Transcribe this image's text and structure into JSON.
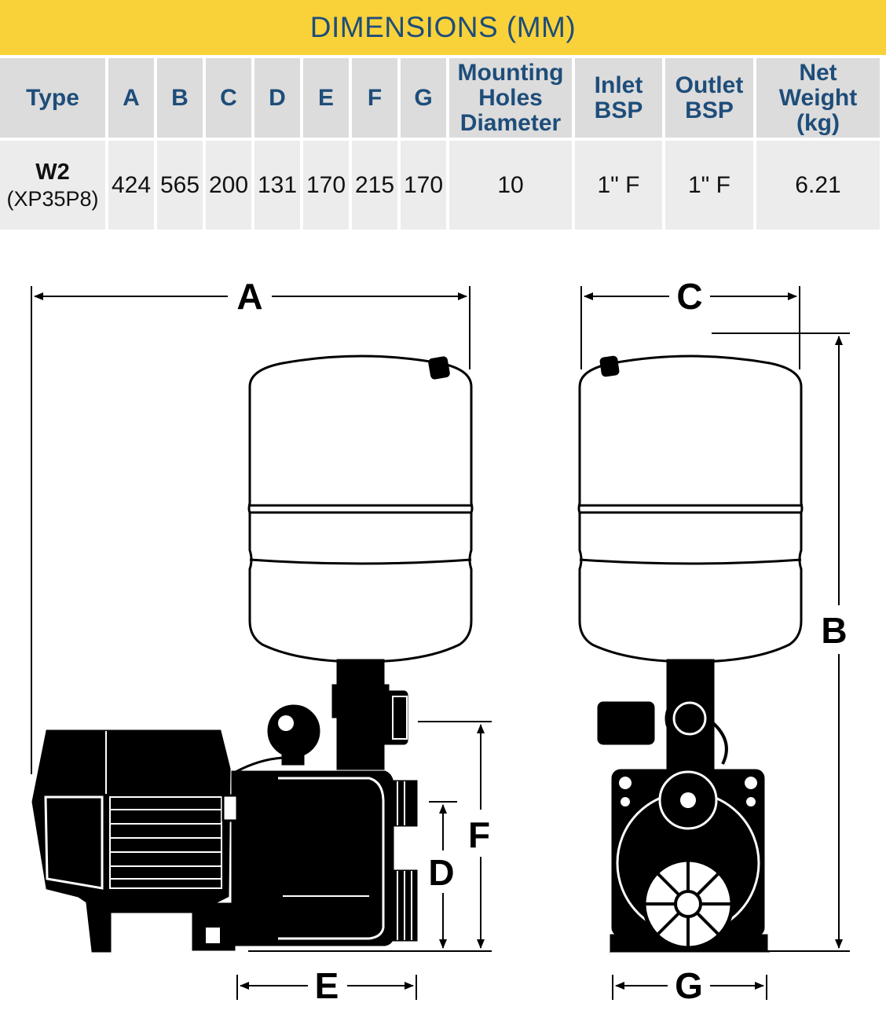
{
  "title": "DIMENSIONS (MM)",
  "table": {
    "headers": {
      "type": "Type",
      "a": "A",
      "b": "B",
      "c": "C",
      "d": "D",
      "e": "E",
      "f": "F",
      "g": "G",
      "mounting_1": "Mounting",
      "mounting_2": "Holes",
      "mounting_3": "Diameter",
      "inlet_1": "Inlet",
      "inlet_2": "BSP",
      "outlet_1": "Outlet",
      "outlet_2": "BSP",
      "weight_1": "Net",
      "weight_2": "Weight",
      "weight_3": "(kg)"
    },
    "row": {
      "type": "W2",
      "model": "(XP35P8)",
      "a": "424",
      "b": "565",
      "c": "200",
      "d": "131",
      "e": "170",
      "f": "215",
      "g": "170",
      "mounting": "10",
      "inlet": "1\" F",
      "outlet": "1\" F",
      "weight": "6.21"
    }
  },
  "drawing_labels": {
    "a": "A",
    "b": "B",
    "c": "C",
    "d": "D",
    "e": "E",
    "f": "F",
    "g": "G"
  },
  "colors": {
    "title_bg": "#f9d23a",
    "title_text": "#1e4d7a",
    "header_bg": "#dcdcdc",
    "cell_bg": "#ececec"
  }
}
